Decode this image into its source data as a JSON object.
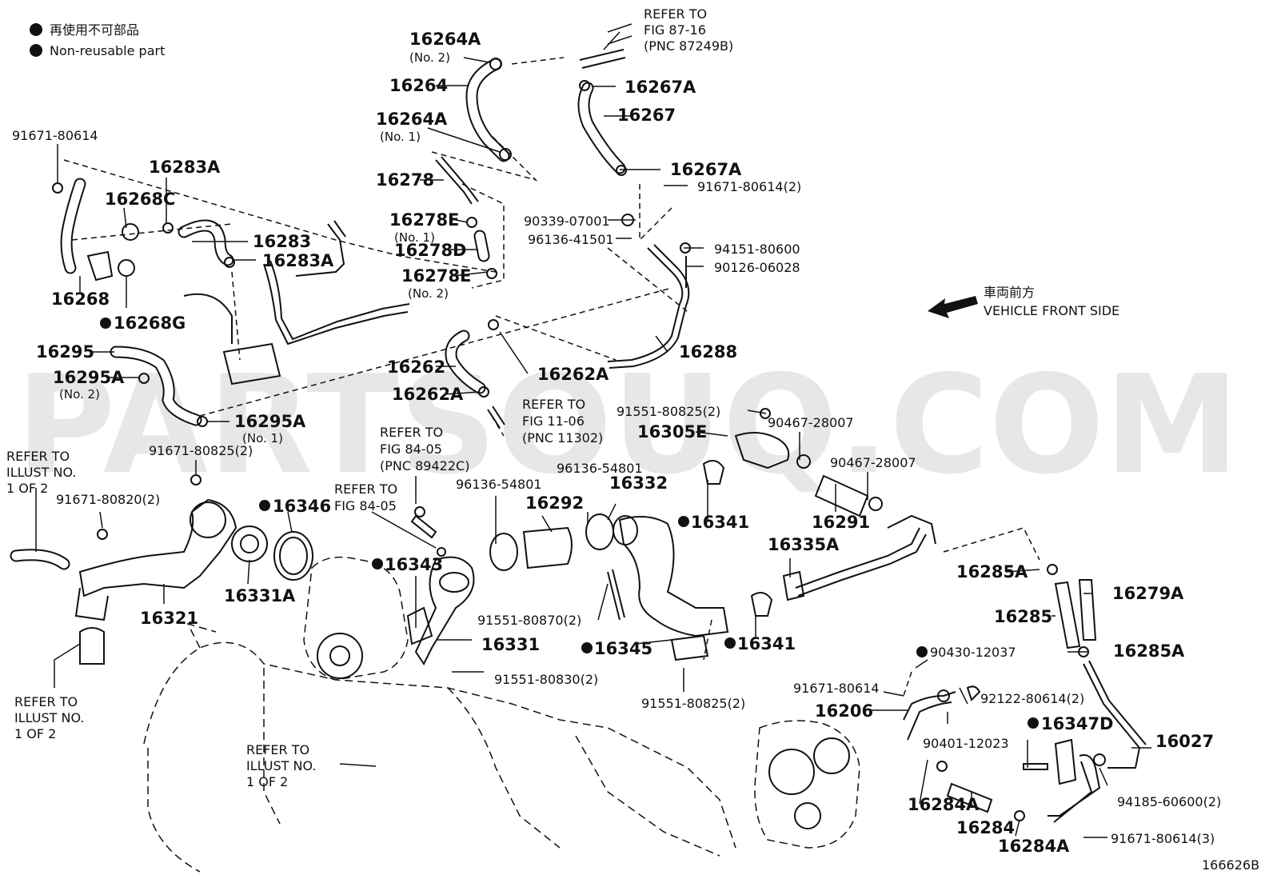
{
  "legend": {
    "jp": "再使用不可部品",
    "en": "Non-reusable part"
  },
  "front": {
    "jp": "車両前方",
    "en": "VEHICLE FRONT SIDE"
  },
  "watermark": "PARTSOUQ.COM",
  "figure_code": "166626B",
  "refs": {
    "r1": [
      "REFER TO",
      "FIG 87-16",
      "(PNC 87249B)"
    ],
    "r2": [
      "REFER TO",
      "FIG 11-06",
      "(PNC 11302)"
    ],
    "r3": [
      "REFER TO",
      "FIG 84-05",
      "(PNC 89422C)"
    ],
    "r4": [
      "REFER TO",
      "FIG 84-05"
    ],
    "r5": [
      "REFER TO",
      "ILLUST NO.",
      "1 OF 2"
    ],
    "r6": [
      "REFER TO",
      "ILLUST NO.",
      "1 OF 2"
    ],
    "r7": [
      "REFER TO",
      "ILLUST NO.",
      "1 OF 2"
    ]
  },
  "labels": {
    "p16264A_2": "16264A",
    "sub_no2_a": "(No. 2)",
    "p16264": "16264",
    "p16264A_1": "16264A",
    "sub_no1_a": "(No. 1)",
    "p16278": "16278",
    "p16278E_1": "16278E",
    "sub_no1_b": "(No. 1)",
    "p16278D": "16278D",
    "p16278E_2": "16278E",
    "sub_no2_b": "(No. 2)",
    "p16267A_t": "16267A",
    "p16267": "16267",
    "p16267A_b": "16267A",
    "p91671_80614_2": "91671-80614(2)",
    "p90339": "90339-07001",
    "p96136_41501": "96136-41501",
    "p94151": "94151-80600",
    "p90126": "90126-06028",
    "p16288": "16288",
    "p91671_80614_a": "91671-80614",
    "p16283A_t": "16283A",
    "p16268C": "16268C",
    "p16283": "16283",
    "p16283A_b": "16283A",
    "p16268": "16268",
    "p16268G": "16268G",
    "p16295": "16295",
    "p16295A_2": "16295A",
    "sub_no2_c": "(No. 2)",
    "p16295A_1": "16295A",
    "sub_no1_c": "(No. 1)",
    "p16262": "16262",
    "p16262A_a": "16262A",
    "p16262A_b": "16262A",
    "p91551_80825_2a": "91551-80825(2)",
    "p16305E": "16305E",
    "p90467_a": "90467-28007",
    "p90467_b": "90467-28007",
    "p16291": "16291",
    "p96136_54801_a": "96136-54801",
    "p96136_54801_b": "96136-54801",
    "p16332": "16332",
    "p16292": "16292",
    "p16341_a": "16341",
    "p16341_b": "16341",
    "p16335A": "16335A",
    "p91671_80825_2": "91671-80825(2)",
    "p91671_80820_2": "91671-80820(2)",
    "p16346": "16346",
    "p16331A": "16331A",
    "p16321": "16321",
    "p16343": "16343",
    "p16331": "16331",
    "p91551_80870_2": "91551-80870(2)",
    "p16345": "16345",
    "p91551_80830_2": "91551-80830(2)",
    "p91551_80825_2b": "91551-80825(2)",
    "p16285A_a": "16285A",
    "p16285": "16285",
    "p16279A": "16279A",
    "p16285A_b": "16285A",
    "p90430": "90430-12037",
    "p91671_80614_b": "91671-80614",
    "p92122": "92122-80614(2)",
    "p16206": "16206",
    "p16347D": "16347D",
    "p90401": "90401-12023",
    "p16027": "16027",
    "p16284A_a": "16284A",
    "p16284": "16284",
    "p16284A_b": "16284A",
    "p94185": "94185-60600(2)",
    "p91671_80614_3": "91671-80614(3)"
  }
}
